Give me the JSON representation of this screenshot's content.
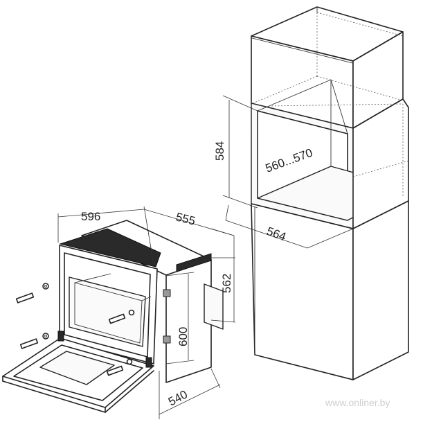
{
  "dimensions": {
    "niche_height": "584",
    "niche_width": "560...570",
    "niche_depth": "564",
    "oven_width": "596",
    "oven_depth": "555",
    "oven_height": "562",
    "oven_body_height": "600",
    "oven_body_depth": "540"
  },
  "watermark": "www.onliner.by",
  "colors": {
    "line": "#222222",
    "background": "#ffffff",
    "dark_detail": "#2a2a2a"
  }
}
